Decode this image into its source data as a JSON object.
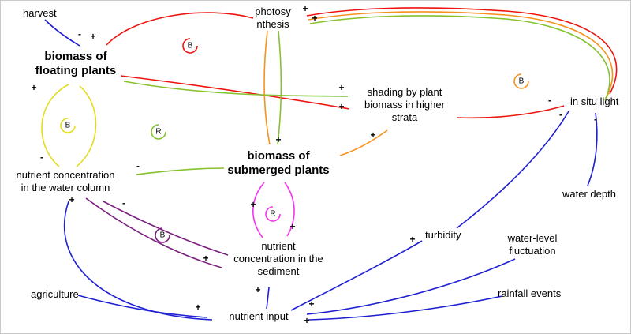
{
  "colors": {
    "red": "#ee1410",
    "orange": "#f6921e",
    "yellow": "#e4dc1e",
    "green": "#86c12e",
    "blue": "#1f1fd4",
    "purple": "#7b2080",
    "magenta": "#f631f0"
  },
  "nodes": {
    "harvest": "harvest",
    "floating": "biomass of\nfloating plants",
    "photosynthesis": "photosy\nnthesis",
    "shading": "shading by plant\nbiomass in higher\nstrata",
    "light": "in situ light",
    "depth": "water depth",
    "submerged": "biomass of\nsubmerged plants",
    "water_column": "nutrient concentration\nin the water column",
    "sediment": "nutrient\nconcentration in the\nsediment",
    "turbidity": "turbidity",
    "fluctuation": "water-level\nfluctuation",
    "rainfall": "rainfall events",
    "agriculture": "agriculture",
    "input": "nutrient input"
  },
  "loops": {
    "red_b": "B",
    "orange_b": "B",
    "yellow_b": "B",
    "green_r": "R",
    "magenta_r": "R",
    "purple_b": "B"
  },
  "signs": {
    "harvest_to_floating": "-",
    "photosynthesis_to_floating": "+",
    "light_to_photosynthesis_a": "+",
    "light_to_photosynthesis_b": "+",
    "column_to_floating": "+",
    "floating_to_column": "-",
    "submerged_to_column": "-",
    "floating_to_shading_green": "+",
    "floating_to_shading_red": "+",
    "shading_to_light": "-",
    "turbidity_to_light": "-",
    "depth_to_light": "-",
    "submerged_to_shading": "+",
    "photosynthesis_to_submerged": "+",
    "sediment_to_submerged": "+",
    "submerged_to_sediment": "+",
    "column_to_sediment": "+",
    "sediment_to_column": "-",
    "input_to_column": "+",
    "input_to_sediment": "+",
    "agriculture_to_input": "+",
    "rainfall_to_input": "+",
    "fluctuation_to_input": "+",
    "input_to_turbidity": "+"
  }
}
